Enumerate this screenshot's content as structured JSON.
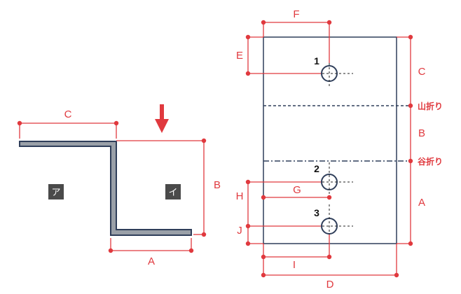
{
  "cross_section": {
    "dimensions": {
      "a": "A",
      "b": "B",
      "c": "C"
    },
    "tags": {
      "left": "ア",
      "right": "イ"
    }
  },
  "flat_plate": {
    "dimensions": {
      "a": "A",
      "b": "B",
      "c": "C",
      "d": "D",
      "e": "E",
      "f": "F",
      "g": "G",
      "h": "H",
      "i": "I",
      "j": "J"
    },
    "fold_labels": {
      "mountain": "山折り",
      "valley": "谷折り"
    },
    "holes": [
      "1",
      "2",
      "3"
    ]
  },
  "colors": {
    "dimension": "#e0393e",
    "outline": "#2f3e5a",
    "section_fill": "#9aa0a8"
  }
}
